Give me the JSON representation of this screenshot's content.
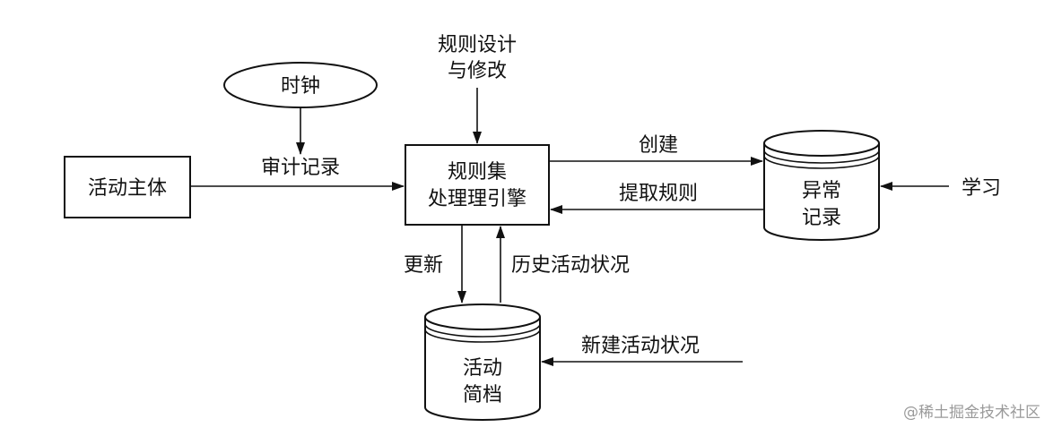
{
  "nodes": {
    "clock": "时钟",
    "actor": "活动主体",
    "engine_line1": "规则集",
    "engine_line2": "处理理引擎",
    "exception_line1": "异常",
    "exception_line2": "记录",
    "profile_line1": "活动",
    "profile_line2": "简档"
  },
  "edges": {
    "rule_design_line1": "规则设计",
    "rule_design_line2": "与修改",
    "audit_record": "审计记录",
    "create": "创建",
    "extract_rules": "提取规则",
    "learn": "学习",
    "update": "更新",
    "history_status": "历史活动状况",
    "new_status": "新建活动状况"
  },
  "watermark": "@稀土掘金技术社区"
}
